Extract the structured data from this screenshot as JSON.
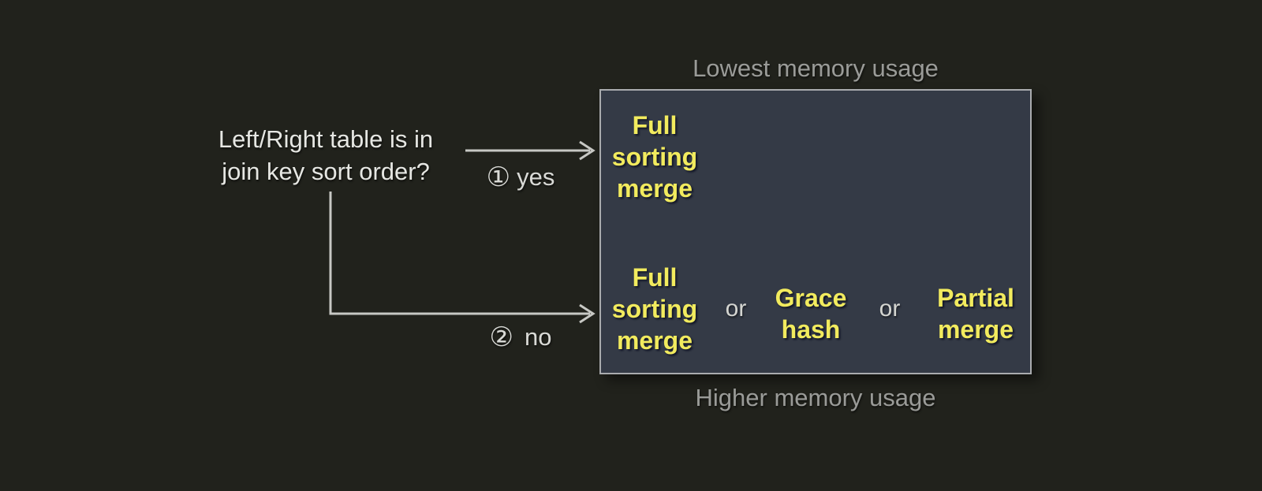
{
  "question": {
    "line1": "Left/Right table is in",
    "line2": "join key sort order?"
  },
  "branches": {
    "yes": {
      "marker": "①",
      "label": "yes"
    },
    "no": {
      "marker": "②",
      "label": "no"
    }
  },
  "memory_scale": {
    "top": "Lowest memory usage",
    "bottom": "Higher memory usage"
  },
  "algorithms": {
    "sorted_case": {
      "name": "Full sorting merge",
      "lines": [
        "Full",
        "sorting",
        "merge"
      ]
    },
    "unsorted_case": [
      {
        "name": "Full sorting merge",
        "lines": [
          "Full",
          "sorting",
          "merge"
        ]
      },
      {
        "name": "Grace hash",
        "lines": [
          "Grace",
          "hash"
        ]
      },
      {
        "name": "Partial merge",
        "lines": [
          "Partial",
          "merge"
        ]
      }
    ],
    "separator": "or"
  },
  "colors": {
    "background": "#21221c",
    "box_fill": "#343a46",
    "box_border": "#a9abae",
    "highlight_yellow": "#f2eb5e",
    "text_white": "#e6e7e3",
    "label_gray": "#9a9b98",
    "connector_gray": "#c7c8c4"
  }
}
